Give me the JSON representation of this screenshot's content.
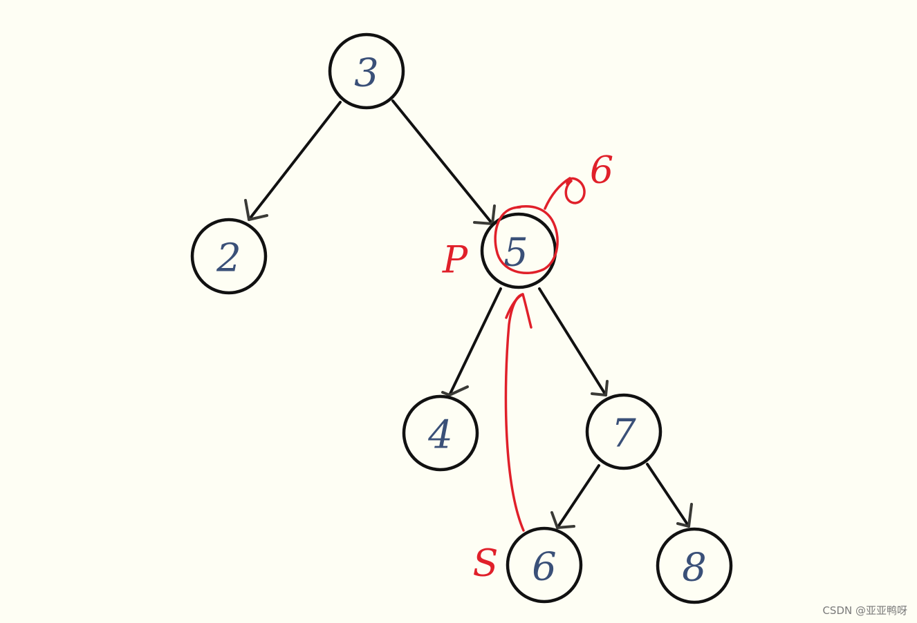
{
  "tree": {
    "nodes": [
      {
        "id": "n3",
        "label": "3"
      },
      {
        "id": "n2",
        "label": "2"
      },
      {
        "id": "n5",
        "label": "5"
      },
      {
        "id": "n4",
        "label": "4"
      },
      {
        "id": "n7",
        "label": "7"
      },
      {
        "id": "n6",
        "label": "6"
      },
      {
        "id": "n8",
        "label": "8"
      }
    ],
    "edges": [
      {
        "from": "n3",
        "to": "n2"
      },
      {
        "from": "n3",
        "to": "n5"
      },
      {
        "from": "n5",
        "to": "n4"
      },
      {
        "from": "n5",
        "to": "n7"
      },
      {
        "from": "n7",
        "to": "n6"
      },
      {
        "from": "n7",
        "to": "n8"
      }
    ]
  },
  "annotations": {
    "pointer_p": "P",
    "pointer_s": "S",
    "replacement_value": "6"
  },
  "watermark": "CSDN @亚亚鸭呀",
  "colors": {
    "background": "#fefef4",
    "node_stroke": "#111111",
    "node_text": "#3a5078",
    "annotation": "#e0202a"
  }
}
